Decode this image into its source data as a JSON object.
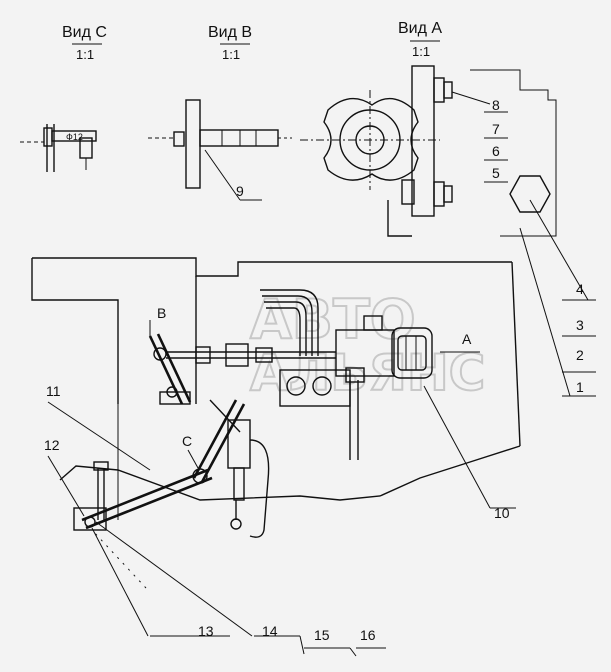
{
  "views": [
    {
      "title": "Вид C",
      "scale": "1:1"
    },
    {
      "title": "Вид B",
      "scale": "1:1"
    },
    {
      "title": "Вид A",
      "scale": "1:1"
    }
  ],
  "part_numbers": [
    "1",
    "2",
    "3",
    "4",
    "5",
    "6",
    "7",
    "8",
    "9",
    "10",
    "11",
    "12",
    "13",
    "14",
    "15",
    "16"
  ],
  "view_markers": {
    "a": "A",
    "b": "B",
    "c": "C"
  },
  "watermark": {
    "line1": "АВТО",
    "line2": "АЛЬЯНС"
  }
}
